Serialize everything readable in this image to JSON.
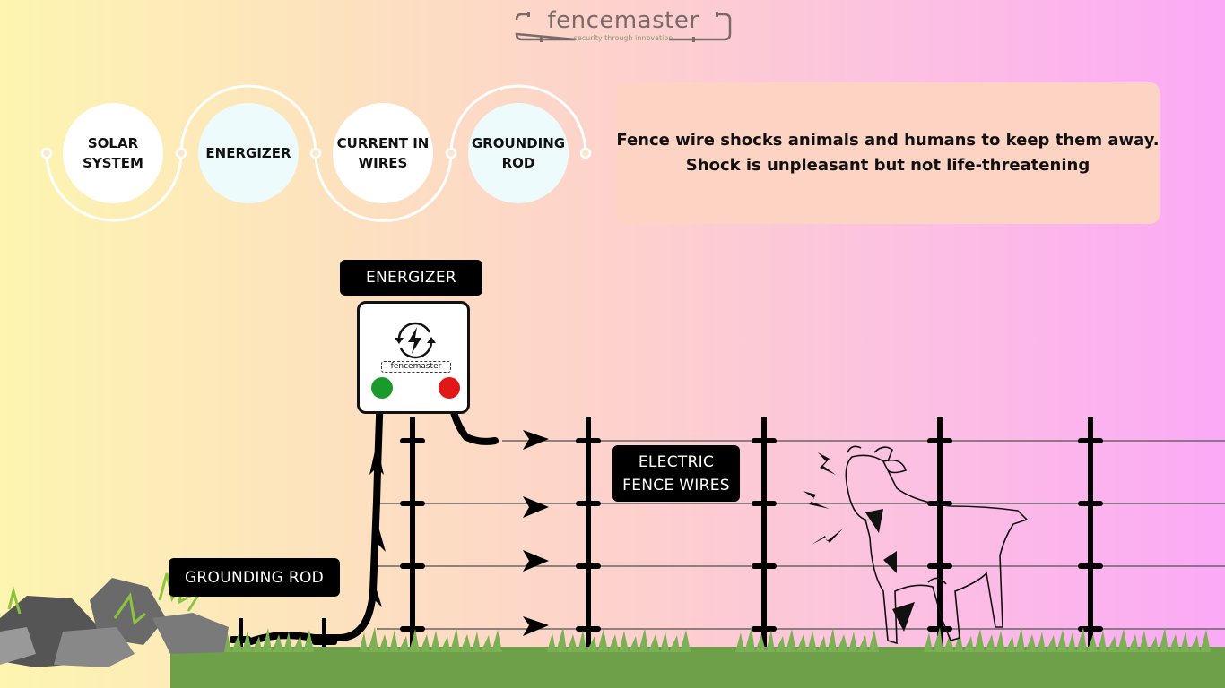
{
  "logo": {
    "name": "fencemaster",
    "tagline": "security through innovation"
  },
  "steps": [
    {
      "line1": "SOLAR",
      "line2": "SYSTEM"
    },
    {
      "line1": "ENERGIZER",
      "line2": ""
    },
    {
      "line1": "CURRENT IN",
      "line2": "WIRES"
    },
    {
      "line1": "GROUNDING",
      "line2": "ROD"
    }
  ],
  "info": {
    "line1": "Fence wire shocks animals and humans to keep them away.",
    "line2": "Shock is unpleasant but not life-threatening"
  },
  "labels": {
    "energizer": "ENERGIZER",
    "fence_line1": "ELECTRIC",
    "fence_line2": "FENCE WIRES",
    "grounding": "GROUNDING ROD"
  },
  "energizer_device": {
    "brand": "fencemaster"
  },
  "colors": {
    "terminal_ground": "#1a9a2a",
    "terminal_live": "#e01818",
    "grass": "#6ea04a"
  }
}
